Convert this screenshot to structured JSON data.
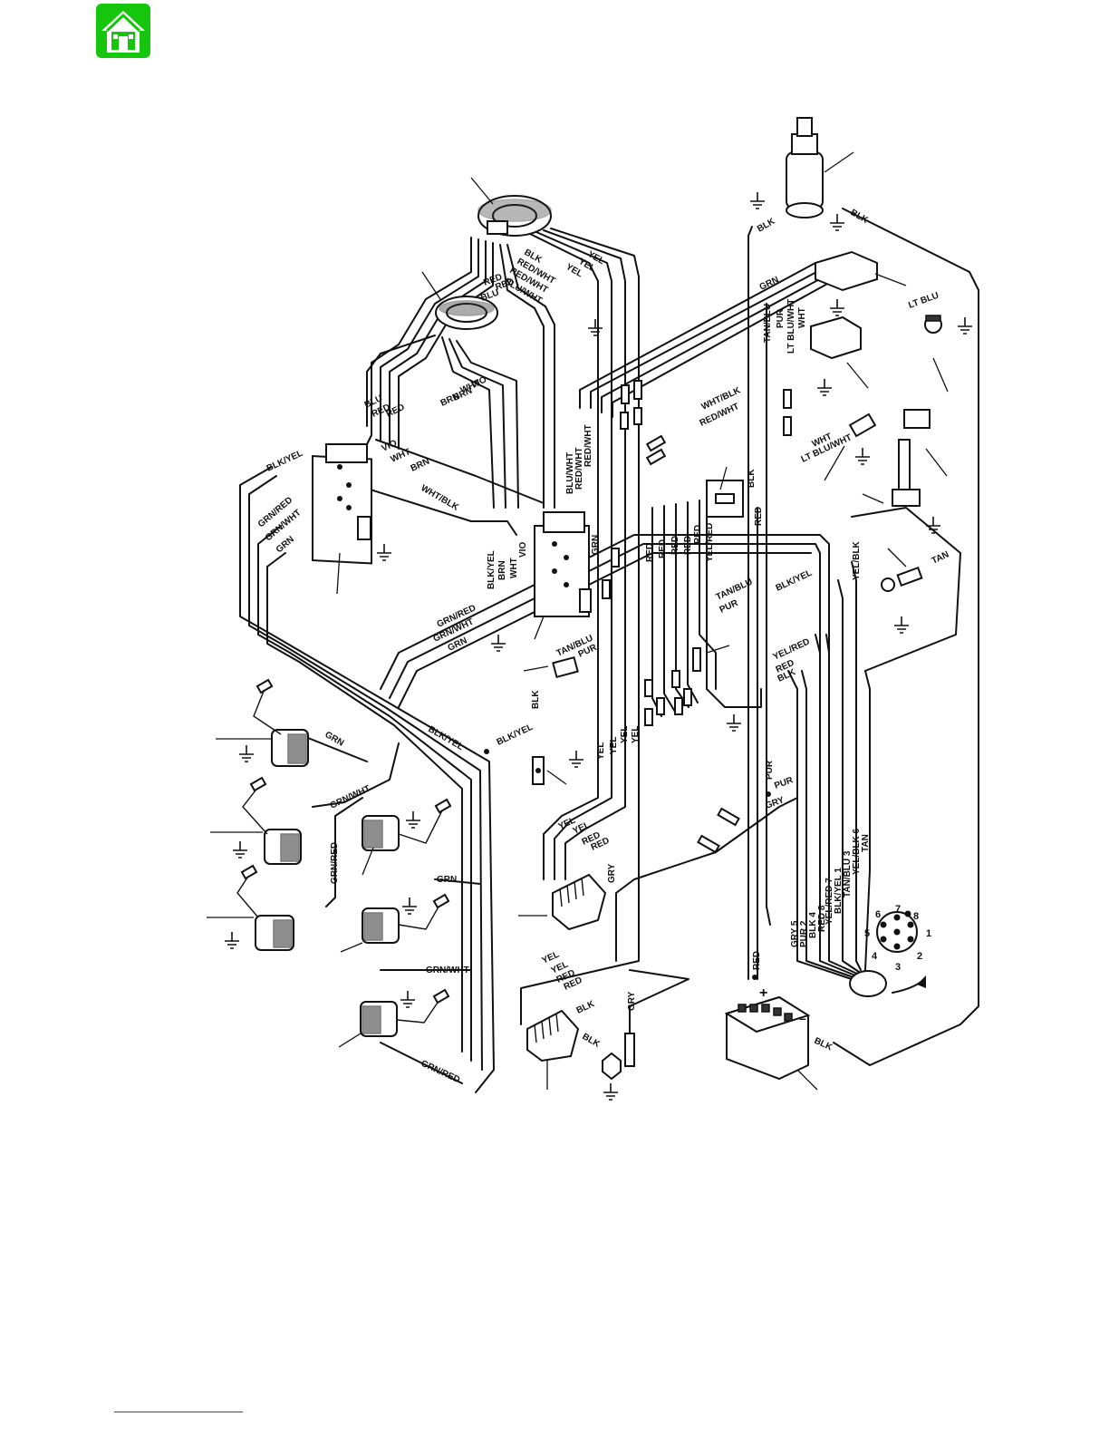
{
  "nav": {
    "home_icon": "home-icon",
    "accent": "#16c60c"
  },
  "wire_labels": {
    "yel": "YEL",
    "blk": "BLK",
    "red": "RED",
    "red_wht": "RED/WHT",
    "blu_wht": "BLU/WHT",
    "blu": "BLU",
    "grn": "GRN",
    "wht": "WHT",
    "brn": "BRN",
    "vio": "VIO",
    "blk_yel": "BLK/YEL",
    "grn_red": "GRN/RED",
    "grn_wht": "GRN/WHT",
    "wht_blk": "WHT/BLK",
    "tan_blu": "TAN/BLU",
    "pur": "PUR",
    "lt_blu": "LT BLU",
    "lt_blu_wht": "LT BLU/WHT",
    "yel_red": "YEL/RED",
    "yel_blk": "YEL/BLK",
    "tan": "TAN",
    "gry": "GRY",
    "gry5": "GRY 5",
    "pur2": "PUR 2",
    "blk4": "BLK 4",
    "red8": "RED 8",
    "yel_red7": "YEL/RED 7",
    "blk_yel1": "BLK/YEL 1",
    "tan_blu3": "TAN/BLU 3",
    "yel_blk6": "YEL/BLK 6"
  },
  "connector_pins": [
    "1",
    "2",
    "3",
    "4",
    "5",
    "6",
    "7",
    "8"
  ],
  "battery": {
    "plus": "+",
    "minus": "–"
  }
}
